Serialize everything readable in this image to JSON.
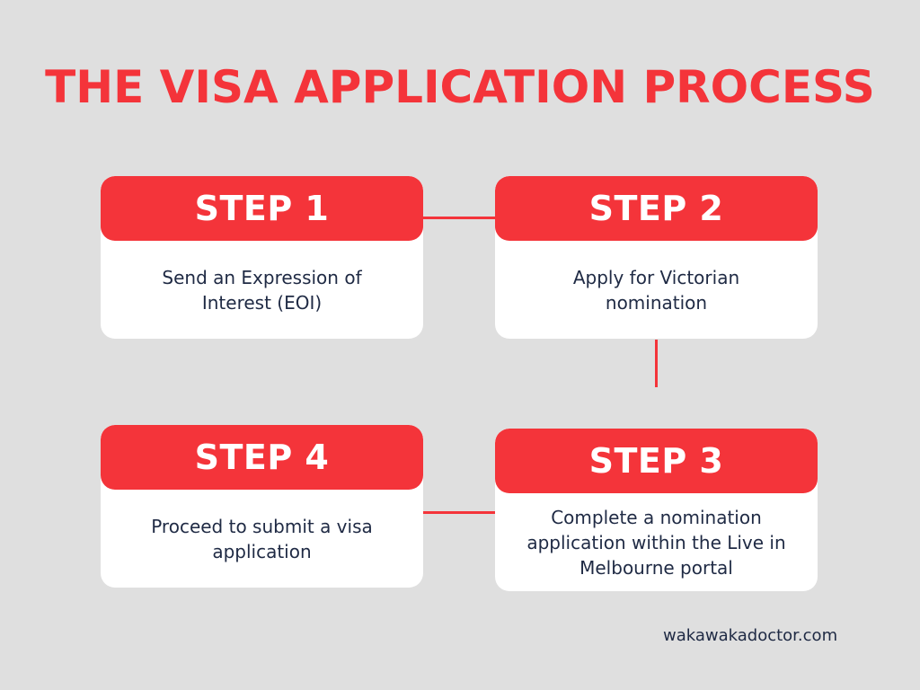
{
  "title": "THE VISA APPLICATION PROCESS",
  "steps": [
    {
      "label": "STEP 1",
      "text": "Send an Expression of Interest (EOI)"
    },
    {
      "label": "STEP 2",
      "text": "Apply for Victorian nomination"
    },
    {
      "label": "STEP 3",
      "text": "Complete a nomination application within the Live in Melbourne portal"
    },
    {
      "label": "STEP 4",
      "text": "Proceed to submit a visa application"
    }
  ],
  "footer": "wakawakadoctor.com",
  "colors": {
    "accent": "#f4343a",
    "background": "#dfdfdf",
    "card": "#ffffff",
    "text": "#1f2a44"
  }
}
